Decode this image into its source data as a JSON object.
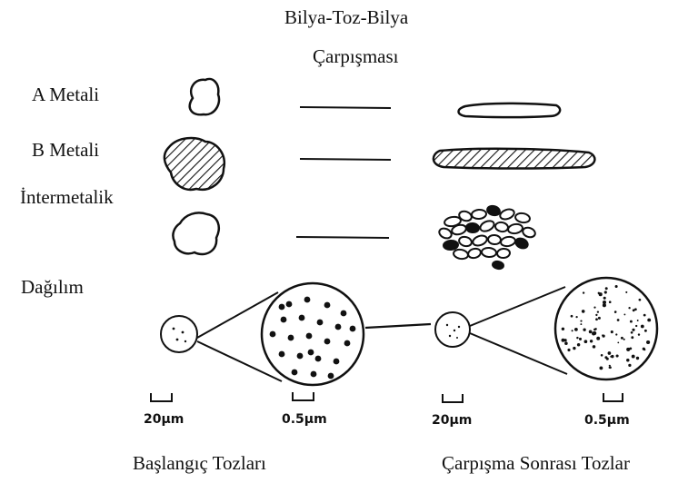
{
  "title": {
    "line1": "Bilya-Toz-Bilya",
    "line2": "Çarpışması"
  },
  "rows": [
    {
      "label": "A Metali"
    },
    {
      "label": "B Metali"
    },
    {
      "label": "İntermetalik"
    },
    {
      "label": "Dağılım"
    }
  ],
  "scale_bars": [
    {
      "label": "20μm"
    },
    {
      "label": "0.5μm"
    },
    {
      "label": "20μm"
    },
    {
      "label": "0.5μm"
    }
  ],
  "captions": {
    "before": "Başlangıç Tozları",
    "after": "Çarpışma Sonrası Tozlar"
  },
  "colors": {
    "ink": "#111111",
    "background": "#ffffff"
  }
}
